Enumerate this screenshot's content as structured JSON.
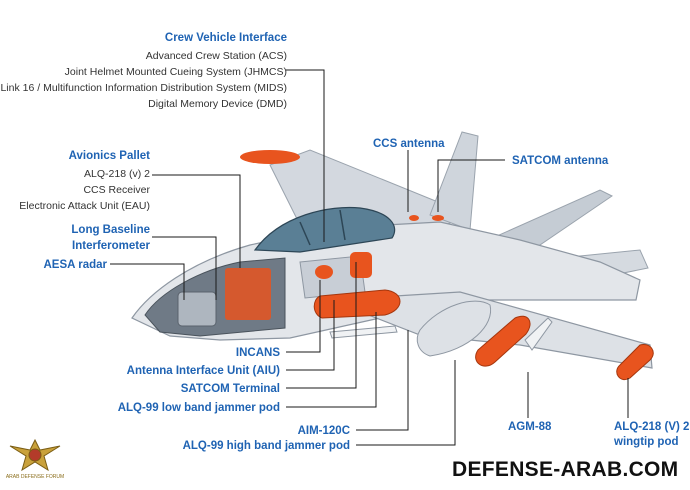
{
  "sections": {
    "crew_vehicle_interface": {
      "title": "Crew Vehicle Interface",
      "items": [
        "Advanced Crew Station (ACS)",
        "Joint Helmet Mounted Cueing System (JHMCS)",
        "Link 16 / Multifunction Information Distribution System (MIDS)",
        "Digital Memory Device (DMD)"
      ]
    },
    "avionics_pallet": {
      "title": "Avionics Pallet",
      "items": [
        "ALQ-218 (v) 2",
        "CCS Receiver",
        "Electronic Attack Unit (EAU)"
      ]
    }
  },
  "labels": {
    "ccs_antenna": "CCS antenna",
    "satcom_antenna": "SATCOM antenna",
    "long_baseline_1": "Long Baseline",
    "long_baseline_2": "Interferometer",
    "aesa_radar": "AESA radar",
    "incans": "INCANS",
    "aiu": "Antenna Interface Unit (AIU)",
    "satcom_terminal": "SATCOM Terminal",
    "alq99_low": "ALQ-99 low band jammer pod",
    "aim120c": "AIM-120C",
    "alq99_high": "ALQ-99 high band jammer pod",
    "agm88": "AGM-88",
    "alq218_1": "ALQ-218 (V) 2",
    "alq218_2": "wingtip pod"
  },
  "brand": "DEFENSE-ARAB.COM",
  "logo_text": "ARAB DEFENSE FORUM",
  "colors": {
    "heading": "#1f63b3",
    "pod_orange": "#e8541e",
    "airframe": "#d9dde3",
    "leader_line": "#1a1a1a"
  }
}
